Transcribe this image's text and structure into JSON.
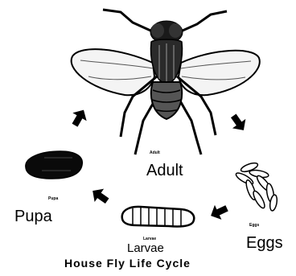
{
  "diagram": {
    "title": "House Fly Life Cycle",
    "stages": {
      "adult": {
        "small_label": "Adult",
        "label": "Adult"
      },
      "eggs": {
        "small_label": "Eggs",
        "label": "Eggs"
      },
      "larvae": {
        "small_label": "Larvae",
        "label": "Larvae"
      },
      "pupa": {
        "small_label": "Pupa",
        "label": "Pupa"
      }
    }
  }
}
